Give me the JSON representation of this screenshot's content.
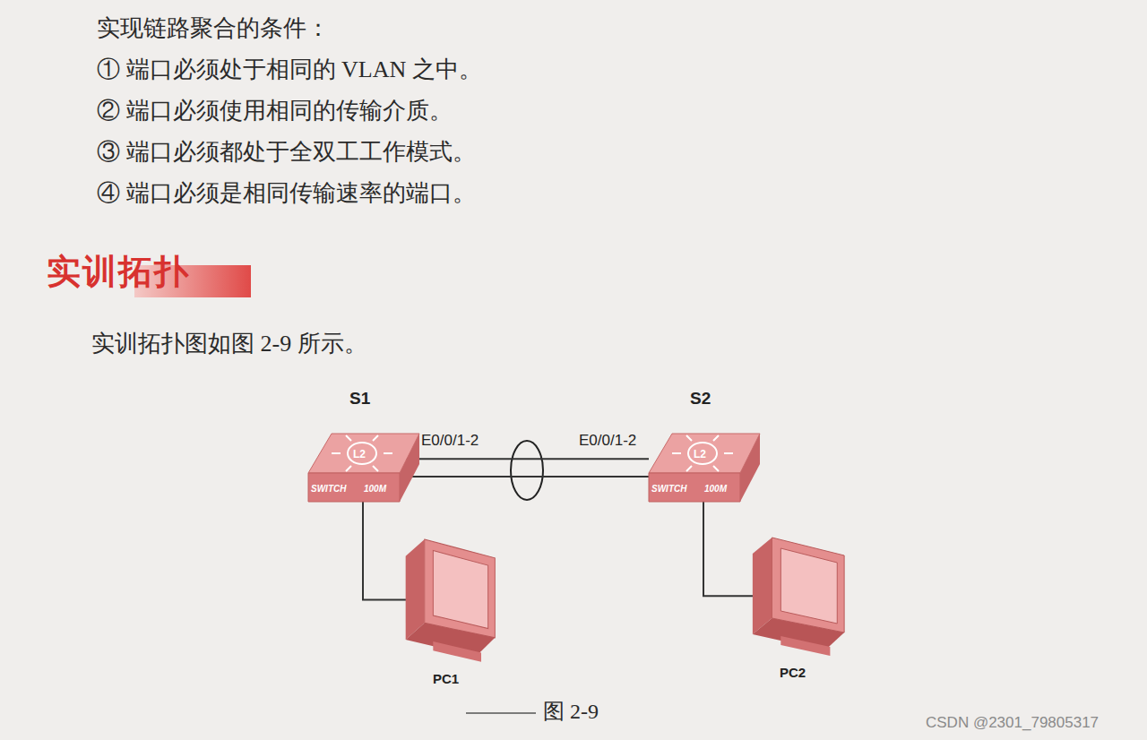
{
  "diagram": {
    "title": "实训拓扑",
    "caption": "图 2-9",
    "nodes": [
      {
        "text": [
          "S1",
          "L2",
          "SWITCH",
          "100M"
        ]
      },
      {
        "text": [
          "S2",
          "L2",
          "SWITCH",
          "100M"
        ]
      },
      {
        "text": [
          "PC1"
        ]
      },
      {
        "text": [
          "PC2"
        ]
      }
    ],
    "edges": [
      {
        "from": 0,
        "to": 1,
        "arrow": "none"
      },
      {
        "from": 0,
        "to": 1,
        "arrow": "none"
      },
      {
        "from": 0,
        "to": 2,
        "arrow": "none"
      },
      {
        "from": 1,
        "to": 3,
        "arrow": "none"
      }
    ],
    "labels": [
      "实现链路聚合的条件：",
      "① 端口必须处于相同的 VLAN 之中。",
      "② 端口必须使用相同的传输介质。",
      "③ 端口必须都处于全双工工作模式。",
      "④ 端口必须是相同传输速率的端口。",
      "实训拓扑图如图 2-9 所示。",
      "E0/0/1-2",
      "E0/0/1-2",
      "CSDN @2301_79805317"
    ]
  }
}
